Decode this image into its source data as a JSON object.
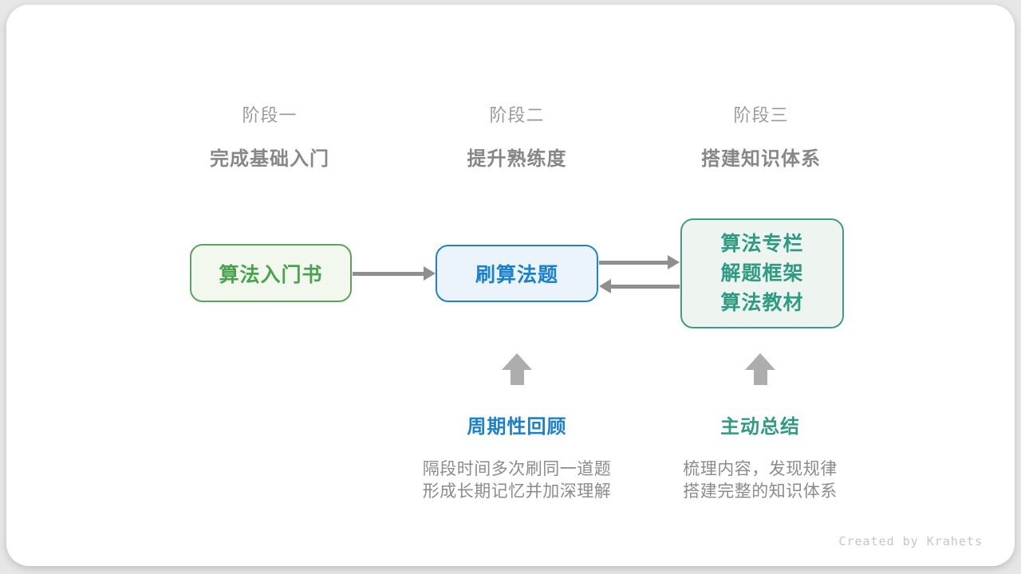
{
  "stages": [
    {
      "label": "阶段一",
      "subtitle": "完成基础入门"
    },
    {
      "label": "阶段二",
      "subtitle": "提升熟练度"
    },
    {
      "label": "阶段三",
      "subtitle": "搭建知识体系"
    }
  ],
  "nodes": {
    "book": {
      "label": "算法入门书"
    },
    "practice": {
      "label": "刷算法题"
    },
    "resources": {
      "lines": [
        "算法专栏",
        "解题框架",
        "算法教材"
      ]
    }
  },
  "annotations": {
    "review": {
      "title": "周期性回顾",
      "desc_line1": "隔段时间多次刷同一道题",
      "desc_line2": "形成长期记忆并加深理解"
    },
    "summarize": {
      "title": "主动总结",
      "desc_line1": "梳理内容，发现规律",
      "desc_line2": "搭建完整的知识体系"
    }
  },
  "credit": "Created by Krahets",
  "colors": {
    "page_background": "#e7e7e7",
    "card_background": "#ffffff",
    "green_border": "#5aa25d",
    "green_fill": "#f2f8ee",
    "green_text": "#47a34d",
    "blue_border": "#1d82d2",
    "blue_fill": "#ebf4fb",
    "blue_text": "#1b80cf",
    "teal_border": "#3f9c86",
    "teal_fill": "#eef5f1",
    "teal_text": "#2e9b82",
    "arrow_gray": "#8f8f8f",
    "block_arrow_gray": "#adadad",
    "stage_label_gray": "#9b9b9b",
    "stage_subtitle_gray": "#878787",
    "description_gray": "#8b8b8b",
    "credit_gray": "#c6c6c6"
  }
}
